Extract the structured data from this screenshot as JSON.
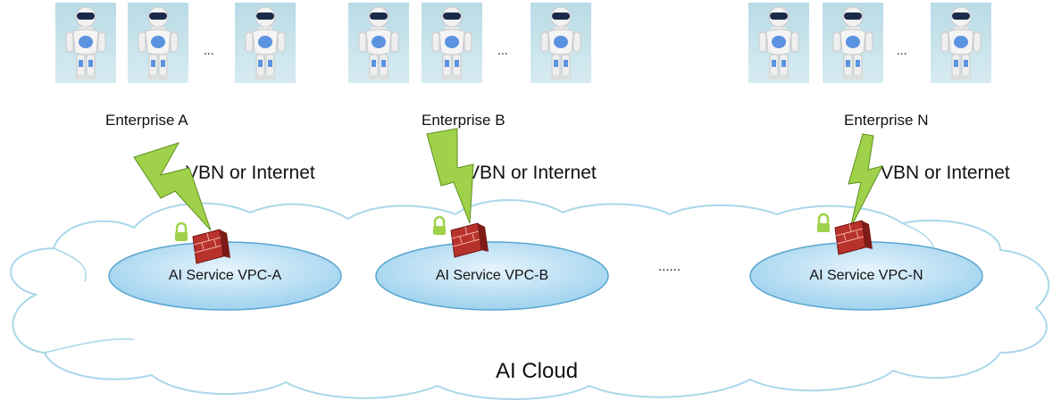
{
  "groups": [
    {
      "enterprise": "Enterprise A",
      "network": "VBN or Internet",
      "vpc": "AI Service VPC-A",
      "ellipsis": "..."
    },
    {
      "enterprise": "Enterprise B",
      "network": "VBN or Internet",
      "vpc": "AI Service VPC-B",
      "ellipsis": "..."
    },
    {
      "enterprise": "Enterprise N",
      "network": "VBN or Internet",
      "vpc": "AI Service VPC-N",
      "ellipsis": "..."
    }
  ],
  "between_vpcs": "......",
  "cloud_label": "AI Cloud",
  "colors": {
    "cloud_stroke": "#a9d8ea",
    "vpc_fill": "#9fd2ef",
    "vpc_stroke": "#5aa6cf",
    "bolt": "#9fd24a",
    "bolt_stroke": "#5f8f1f",
    "firewall": "#b8322c",
    "lock": "#9fd24a"
  },
  "icons": {
    "robot": "robot-icon",
    "bolt": "lightning-bolt-icon",
    "firewall": "firewall-icon",
    "lock": "padlock-icon"
  }
}
